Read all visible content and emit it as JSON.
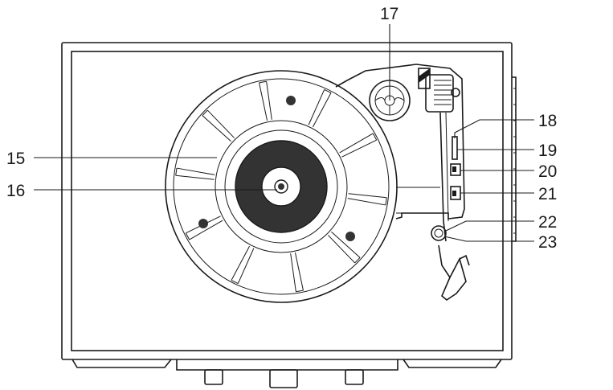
{
  "colors": {
    "ink": "#1a1a1a",
    "paper": "#ffffff",
    "vinyl": "#333333"
  },
  "callouts": [
    {
      "id": "c15",
      "label": "15"
    },
    {
      "id": "c16",
      "label": "16"
    },
    {
      "id": "c17",
      "label": "17"
    },
    {
      "id": "c18",
      "label": "18"
    },
    {
      "id": "c19",
      "label": "19"
    },
    {
      "id": "c20",
      "label": "20"
    },
    {
      "id": "c21",
      "label": "21"
    },
    {
      "id": "c22",
      "label": "22"
    },
    {
      "id": "c23",
      "label": "23"
    }
  ]
}
